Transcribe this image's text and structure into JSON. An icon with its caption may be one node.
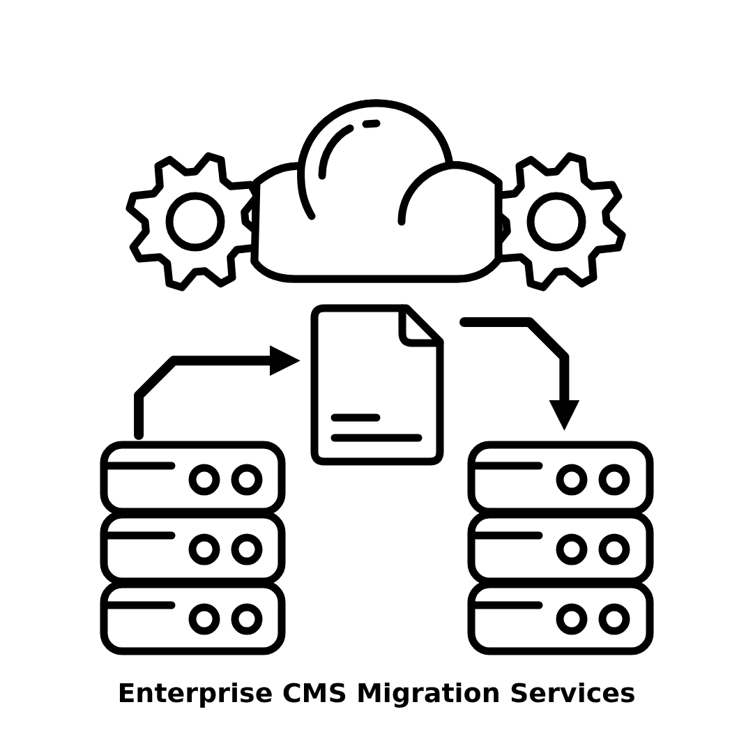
{
  "diagram": {
    "caption": "Enterprise CMS Migration Services",
    "nodes": [
      {
        "text": [],
        "shape": "picture"
      },
      {
        "text": [],
        "shape": "picture"
      },
      {
        "text": [],
        "shape": "picture"
      }
    ],
    "edges": [
      {
        "from": 0,
        "to": 1,
        "arrow": "to"
      },
      {
        "from": 1,
        "to": 2,
        "arrow": "to"
      }
    ]
  }
}
